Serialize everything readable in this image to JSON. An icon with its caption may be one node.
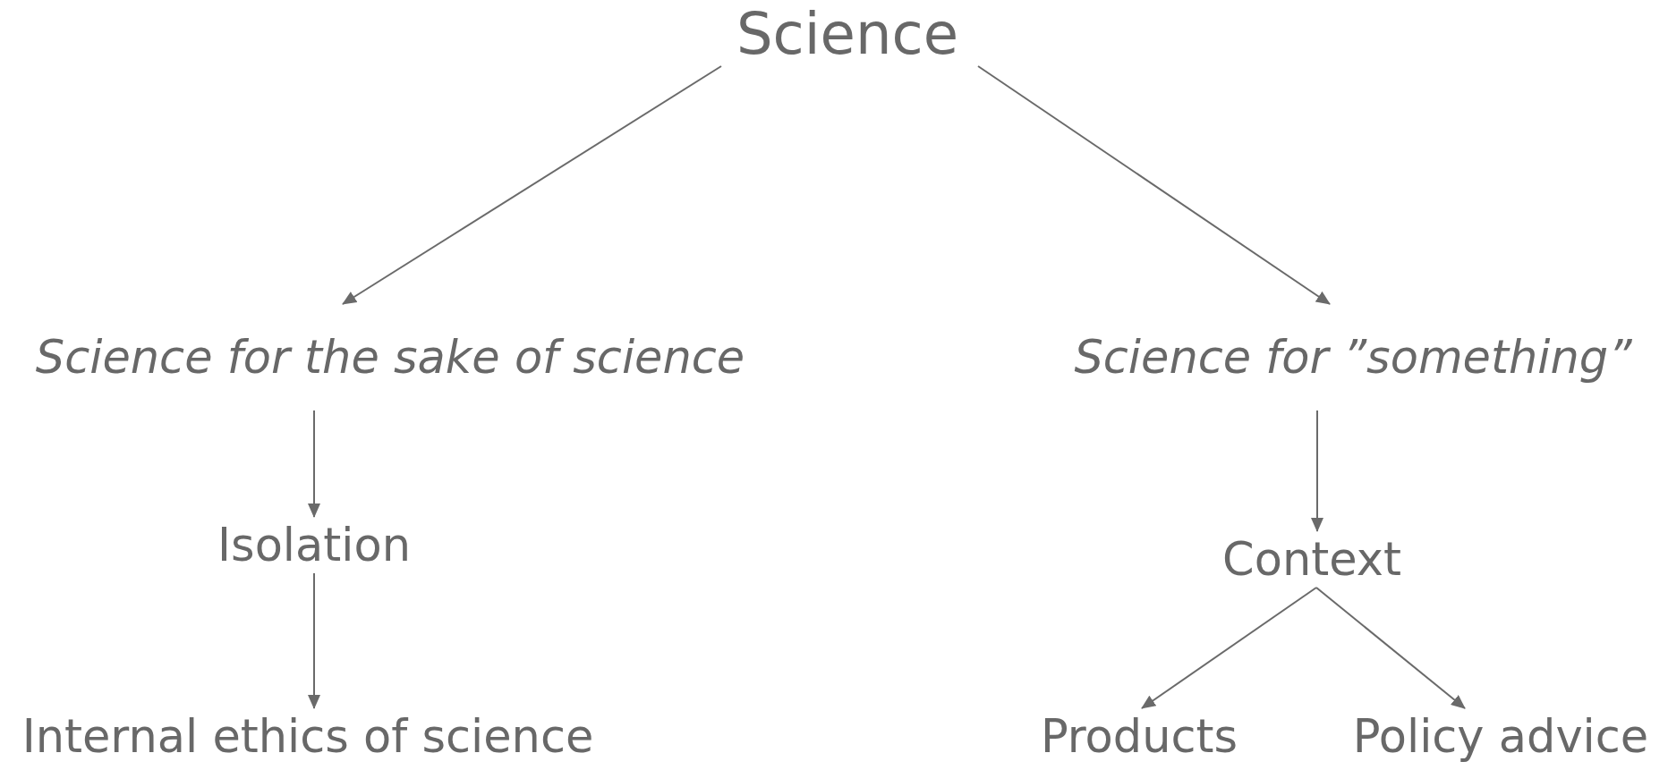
{
  "diagram": {
    "nodes": [
      {
        "text": [
          "Science"
        ]
      },
      {
        "text": [
          "Science for the sake of science"
        ]
      },
      {
        "text": [
          "Science for ”something”"
        ]
      },
      {
        "text": [
          "Isolation"
        ]
      },
      {
        "text": [
          "Context"
        ]
      },
      {
        "text": [
          "Internal ethics of science"
        ]
      },
      {
        "text": [
          "Products"
        ]
      },
      {
        "text": [
          "Policy advice"
        ]
      }
    ],
    "edges": [
      {
        "from": 0,
        "to": 1,
        "arrow": "to"
      },
      {
        "from": 0,
        "to": 2,
        "arrow": "to"
      },
      {
        "from": 1,
        "to": 3,
        "arrow": "to"
      },
      {
        "from": 3,
        "to": 5,
        "arrow": "to"
      },
      {
        "from": 2,
        "to": 4,
        "arrow": "to"
      },
      {
        "from": 4,
        "to": 6,
        "arrow": "to"
      },
      {
        "from": 4,
        "to": 7,
        "arrow": "to"
      }
    ]
  }
}
